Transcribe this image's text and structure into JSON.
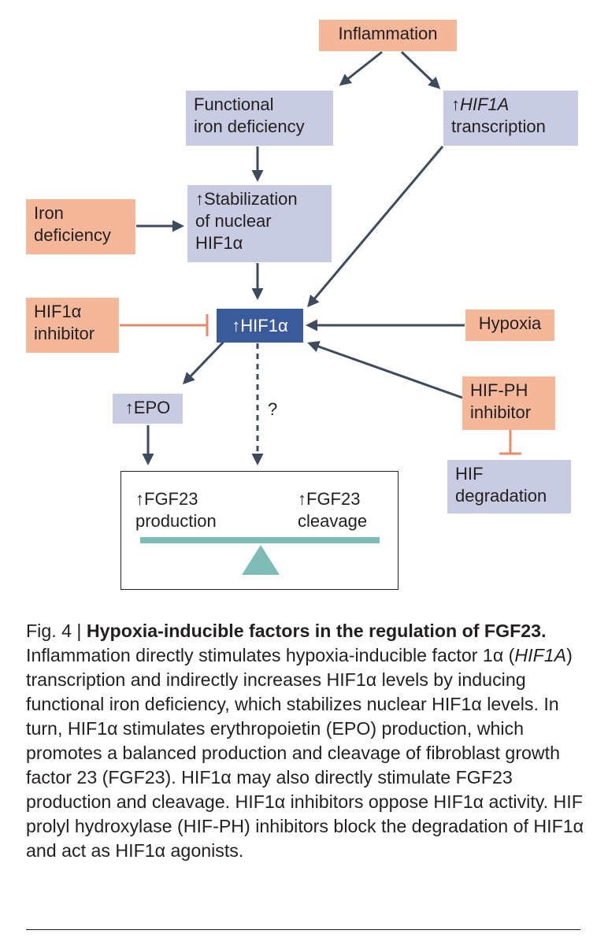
{
  "nodes": {
    "inflammation": "Inflammation",
    "functional_iron_deficiency": [
      "Functional",
      "iron deficiency"
    ],
    "hif1a_transcription": {
      "arrow": "↑",
      "gene": "HIF1A",
      "rest": "transcription"
    },
    "iron_deficiency": [
      "Iron",
      "deficiency"
    ],
    "stabilization": [
      "↑Stabilization",
      "of nuclear",
      "HIF1α"
    ],
    "hif1a_inhibitor": [
      "HIF1α",
      "inhibitor"
    ],
    "hif1a_central": "↑HIF1α",
    "hypoxia": "Hypoxia",
    "epo": "↑EPO",
    "hif_ph_inhibitor": [
      "HIF-PH",
      "inhibitor"
    ],
    "hif_degradation": [
      "HIF",
      "degradation"
    ],
    "question_mark": "?",
    "fgf23_production": [
      "↑FGF23",
      "production"
    ],
    "fgf23_cleavage": [
      "↑FGF23",
      "cleavage"
    ]
  },
  "caption": {
    "label": "Fig. 4 | ",
    "title": "Hypoxia-inducible factors in the regulation of FGF23.",
    "body_1": " Inflammation directly stimulates hypoxia-inducible factor 1α (",
    "body_italic": "HIF1A",
    "body_2": ") transcription and indirectly increases HIF1α levels by inducing functional iron deficiency, which stabilizes nuclear HIF1α levels. In turn, HIF1α stimulates erythropoietin (EPO) production, which promotes a balanced production and cleavage of fibroblast growth factor 23 (FGF23). HIF1α may also directly stimulate FGF23 production and cleavage. HIF1α inhibitors oppose HIF1α activity. HIF prolyl hydroxylase (HIF-PH) inhibitors block the degradation of HIF1α and act as HIF1α agonists."
  },
  "colors": {
    "stimulus_box": "#f4b79a",
    "process_box": "#c9cbe3",
    "central_box": "#3a5a9b",
    "arrow": "#3d4b5c",
    "inhibition": "#e8896a",
    "balance": "#7fbcb5"
  }
}
